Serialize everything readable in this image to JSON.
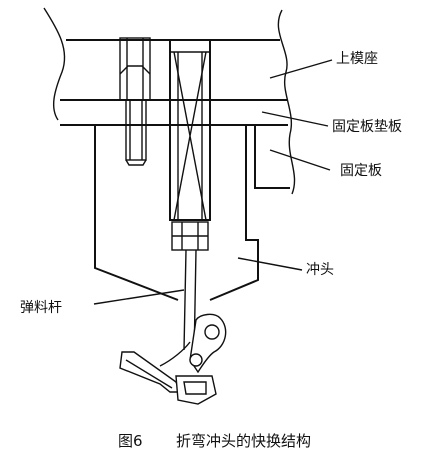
{
  "labels": {
    "upper_die_base": "上模座",
    "backing_plate": "固定板垫板",
    "fixing_plate": "固定板",
    "punch": "冲头",
    "ejector_rod": "弹料杆"
  },
  "caption": {
    "figure_number": "图6",
    "title": "折弯冲头的快换结构"
  }
}
